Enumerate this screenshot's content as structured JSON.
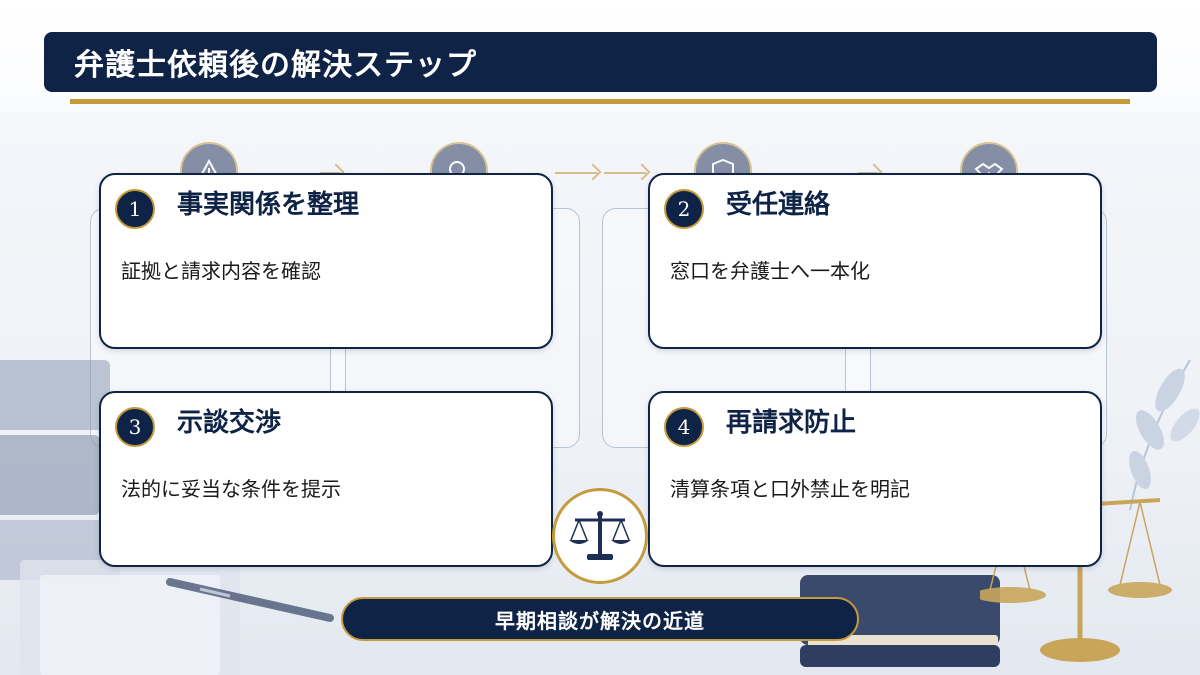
{
  "header": {
    "title": "弁護士依頼後の解決ステップ"
  },
  "steps": [
    {
      "number": "1",
      "title": "事実関係を整理",
      "desc": "証拠と請求内容を確認",
      "icon": "warning-icon"
    },
    {
      "number": "2",
      "title": "受任連絡",
      "desc": "窓口を弁護士へ一本化",
      "icon": "shield-icon"
    },
    {
      "number": "3",
      "title": "示談交渉",
      "desc": "法的に妥当な条件を提示",
      "icon": "search-icon"
    },
    {
      "number": "4",
      "title": "再請求防止",
      "desc": "清算条項と口外禁止を明記",
      "icon": "handshake-icon"
    }
  ],
  "footer": {
    "text": "早期相談が解決の近道"
  },
  "colors": {
    "navy": "#0f2347",
    "gold": "#c49a3c",
    "white": "#ffffff"
  }
}
